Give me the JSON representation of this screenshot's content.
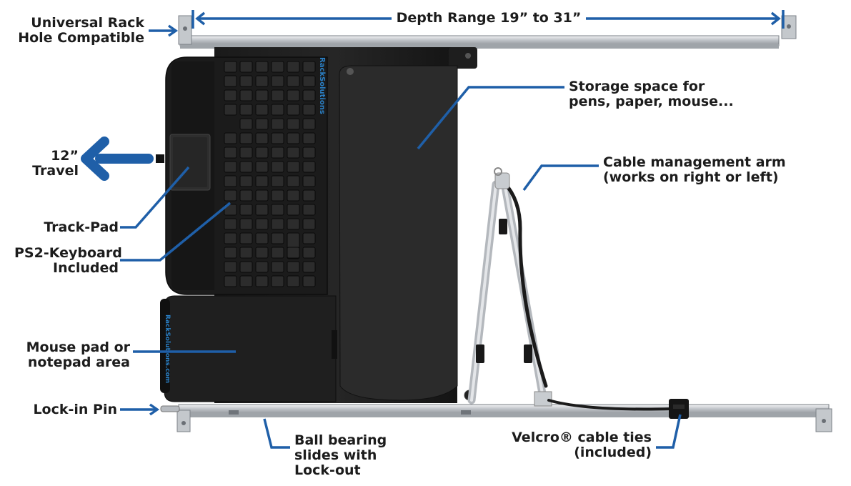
{
  "diagram": {
    "labels": {
      "rack_hole": [
        "Universal Rack",
        "Hole Compatible"
      ],
      "depth_range": "Depth Range 19” to 31”",
      "storage": [
        "Storage space for",
        "pens, paper, mouse..."
      ],
      "cable_arm": [
        "Cable management arm",
        "(works on right or left)"
      ],
      "travel": [
        "12”",
        "Travel"
      ],
      "track_pad": "Track-Pad",
      "keyboard": [
        "PS2-Keyboard",
        "Included"
      ],
      "mouse_pad": [
        "Mouse pad or",
        "notepad area"
      ],
      "lock_pin": "Lock-in Pin",
      "ball_bearing": [
        "Ball bearing",
        "slides with",
        "Lock-out"
      ],
      "velcro": [
        "Velcro® cable ties",
        "(included)"
      ]
    },
    "brand_text": "RackSolutions",
    "brand_text_url": "RackSolutions.com",
    "colors": {
      "callout_blue": "#1f5fa8",
      "keyboard_black": "#1b1b1b",
      "rail_silver": "#c9ccd0",
      "brand_blue": "#2a7fc4"
    }
  }
}
